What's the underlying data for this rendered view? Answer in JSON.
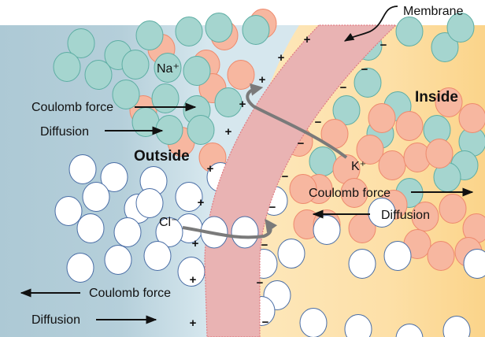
{
  "labels": {
    "membrane": "Membrane",
    "outside": "Outside",
    "inside": "Inside",
    "na_ion": "Na⁺",
    "k_ion": "K⁺",
    "cl_ion": "Cl⁻",
    "na_coulomb": "Coulomb force",
    "na_diffusion": "Diffusion",
    "k_coulomb": "Coulomb force",
    "k_diffusion": "Diffusion",
    "cl_coulomb": "Coulomb force",
    "cl_diffusion": "Diffusion"
  },
  "signs": {
    "plus": "+",
    "minus": "−"
  },
  "colors": {
    "outside_fluid": "#b2cdd8",
    "outside_fluid_near": "#d6e7ee",
    "inside_fluid": "#fde6b8",
    "inside_fluid_far": "#fbd58c",
    "membrane_fill": "#e9b3b3",
    "membrane_edge": "#e07c82",
    "sodium_fill": "#a5d5cf",
    "sodium_edge": "#5eaea4",
    "potassium_fill": "#f7b7a0",
    "potassium_edge": "#ee8a6d",
    "chloride_fill": "#ffffff",
    "chloride_edge": "#4a6ea6",
    "arrow_gray": "#7a7a7a"
  }
}
